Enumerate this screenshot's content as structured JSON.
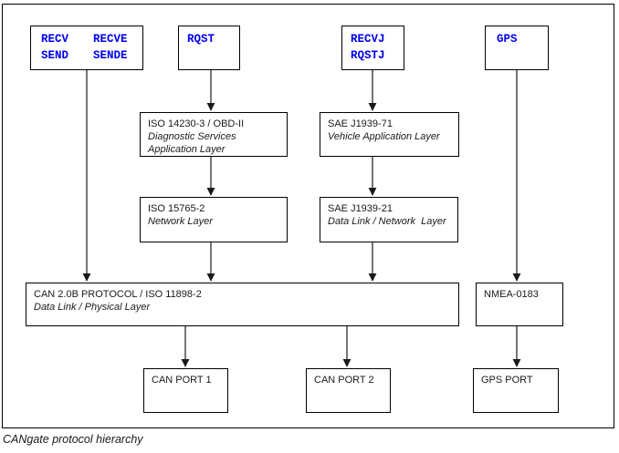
{
  "colors": {
    "command_blue": "#0000EE",
    "line": "#3a3a3a",
    "border": "#000000"
  },
  "caption": "CANgate protocol hierarchy",
  "commands": {
    "serial": {
      "r1c1": "RECV",
      "r1c2": "RECVE",
      "r2c1": "SEND",
      "r2c2": "SENDE"
    },
    "rqst": "RQST",
    "j1939": {
      "line1": "RECVJ",
      "line2": "RQSTJ"
    },
    "gps": "GPS"
  },
  "layers": {
    "iso14230": {
      "title": "ISO 14230-3 / OBD-II",
      "sub1": "Diagnostic Services",
      "sub2": "Application Layer"
    },
    "sae_j1939_71": {
      "title": "SAE J1939-71",
      "sub1": "Vehicle Application Layer"
    },
    "iso15765": {
      "title": "ISO 15765-2",
      "sub1": "Network Layer"
    },
    "sae_j1939_21": {
      "title": "SAE J1939-21",
      "sub1": "Data Link / Network  Layer"
    },
    "can": {
      "title": "CAN 2.0B PROTOCOL / ISO 11898-2",
      "sub1": "Data Link / Physical Layer"
    },
    "nmea": {
      "title": "NMEA-0183"
    }
  },
  "ports": {
    "can1": "CAN PORT 1",
    "can2": "CAN PORT 2",
    "gps": "GPS PORT"
  }
}
